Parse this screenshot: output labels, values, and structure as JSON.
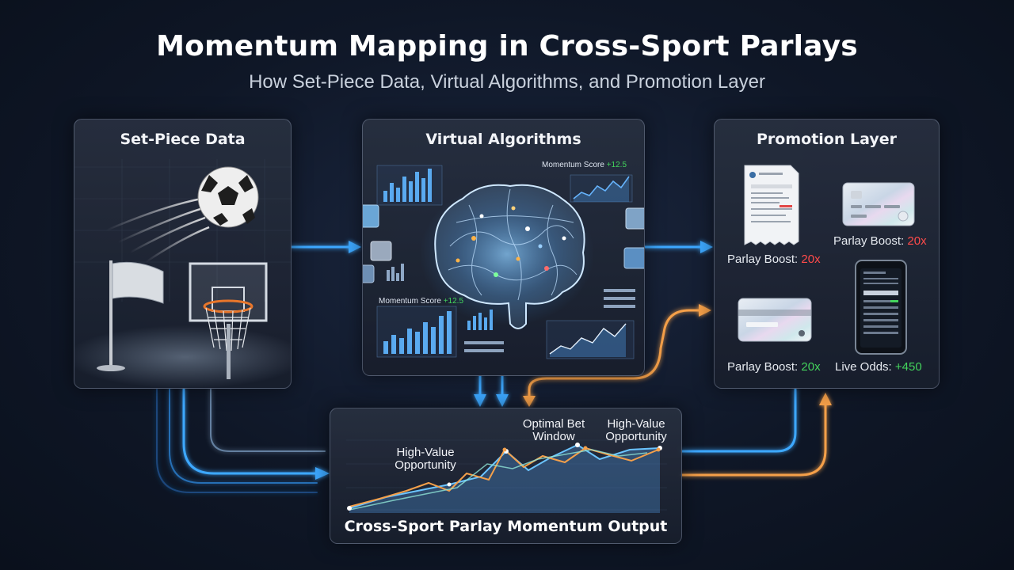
{
  "header": {
    "title": "Momentum Mapping in Cross-Sport Parlays",
    "subtitle": "How Set-Piece Data, Virtual Algorithms, and Promotion Layer"
  },
  "panels": {
    "set_piece": {
      "title": "Set-Piece Data"
    },
    "virtual": {
      "title": "Virtual Algorithms",
      "momentum_score_top": {
        "label": "Momentum Score",
        "value": "+12.5"
      },
      "momentum_score_bottom": {
        "label": "Momentum Score",
        "value": "+12.5"
      }
    },
    "promotion": {
      "title": "Promotion Layer",
      "items": [
        {
          "label": "Parlay Boost:",
          "value": "20x",
          "value_color": "#ff4b4b"
        },
        {
          "label": "Parlay Boost:",
          "value": "20x",
          "value_color": "#ff4b4b"
        },
        {
          "label": "Parlay Boost:",
          "value": "20x",
          "value_color": "#43d35c"
        },
        {
          "label": "Live Odds:",
          "value": "+450",
          "value_color": "#43d35c"
        }
      ]
    },
    "output": {
      "title": "Cross-Sport Parlay Momentum Output",
      "annotations": {
        "high_value_left": "High-Value Opportunity",
        "optimal_window": "Optimal Bet Window",
        "high_value_right": "High-Value Opportunity"
      }
    }
  },
  "colors": {
    "blue_flow": "#3ea8ff",
    "orange_flow": "#f5a04a",
    "positive": "#43d35c",
    "negative": "#ff4b4b"
  },
  "icons": [
    "soccer-ball-icon",
    "corner-flag-icon",
    "basketball-hoop-icon",
    "brain-network-icon",
    "receipt-icon",
    "credit-card-icon",
    "smartphone-icon"
  ]
}
